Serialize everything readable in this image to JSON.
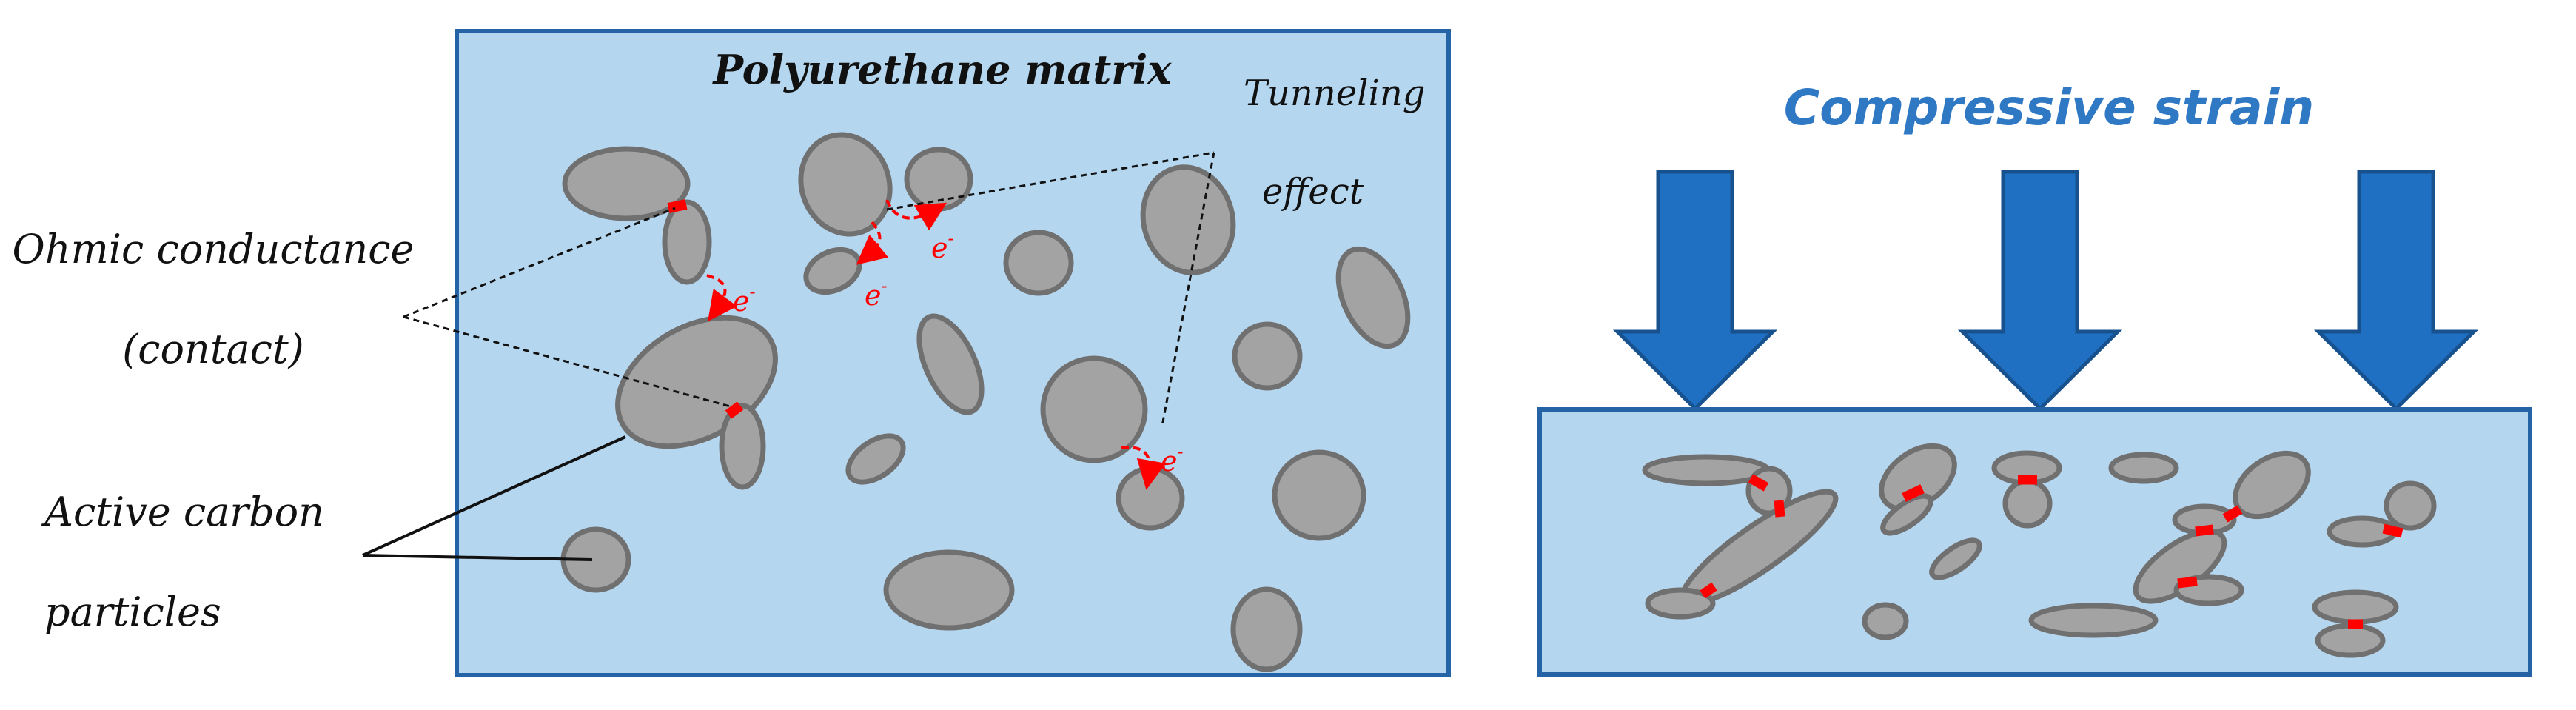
{
  "left_panel": {
    "title": "Polyurethane matrix",
    "tunneling_label_line1": "Tunneling",
    "tunneling_label_line2": "effect",
    "ohmic_label_line1": "Ohmic conductance",
    "ohmic_label_line2": "(contact)",
    "carbon_label_line1": "Active carbon",
    "carbon_label_line2": "particles",
    "electron_label": "e",
    "electron_superscript": "-"
  },
  "right_panel": {
    "title": "Compressive strain"
  },
  "colors": {
    "matrix_fill": "#b5d6ef",
    "matrix_border": "#2463a6",
    "particle_fill": "#a3a3a3",
    "particle_border": "#707070",
    "contact": "#ff0000",
    "arrow_fill": "#1f6fc2",
    "arrow_border": "#17528f",
    "title_blue": "#2f78c4"
  }
}
